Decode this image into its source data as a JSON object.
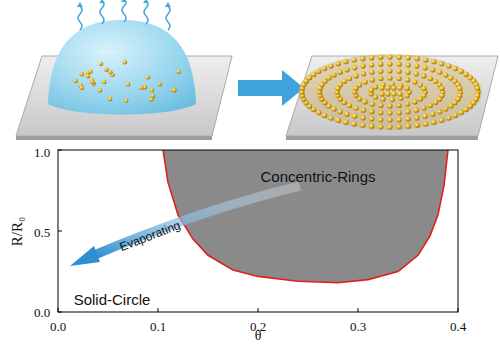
{
  "diagram": {
    "labels": [
      "Concentric-Rings",
      "Evaporating",
      "Solid-Circle",
      "1.0",
      "0.5",
      "0.0",
      "0.0",
      "0.1",
      "0.2",
      "0.3",
      "0.4",
      "R/R₀",
      "θ"
    ]
  }
}
